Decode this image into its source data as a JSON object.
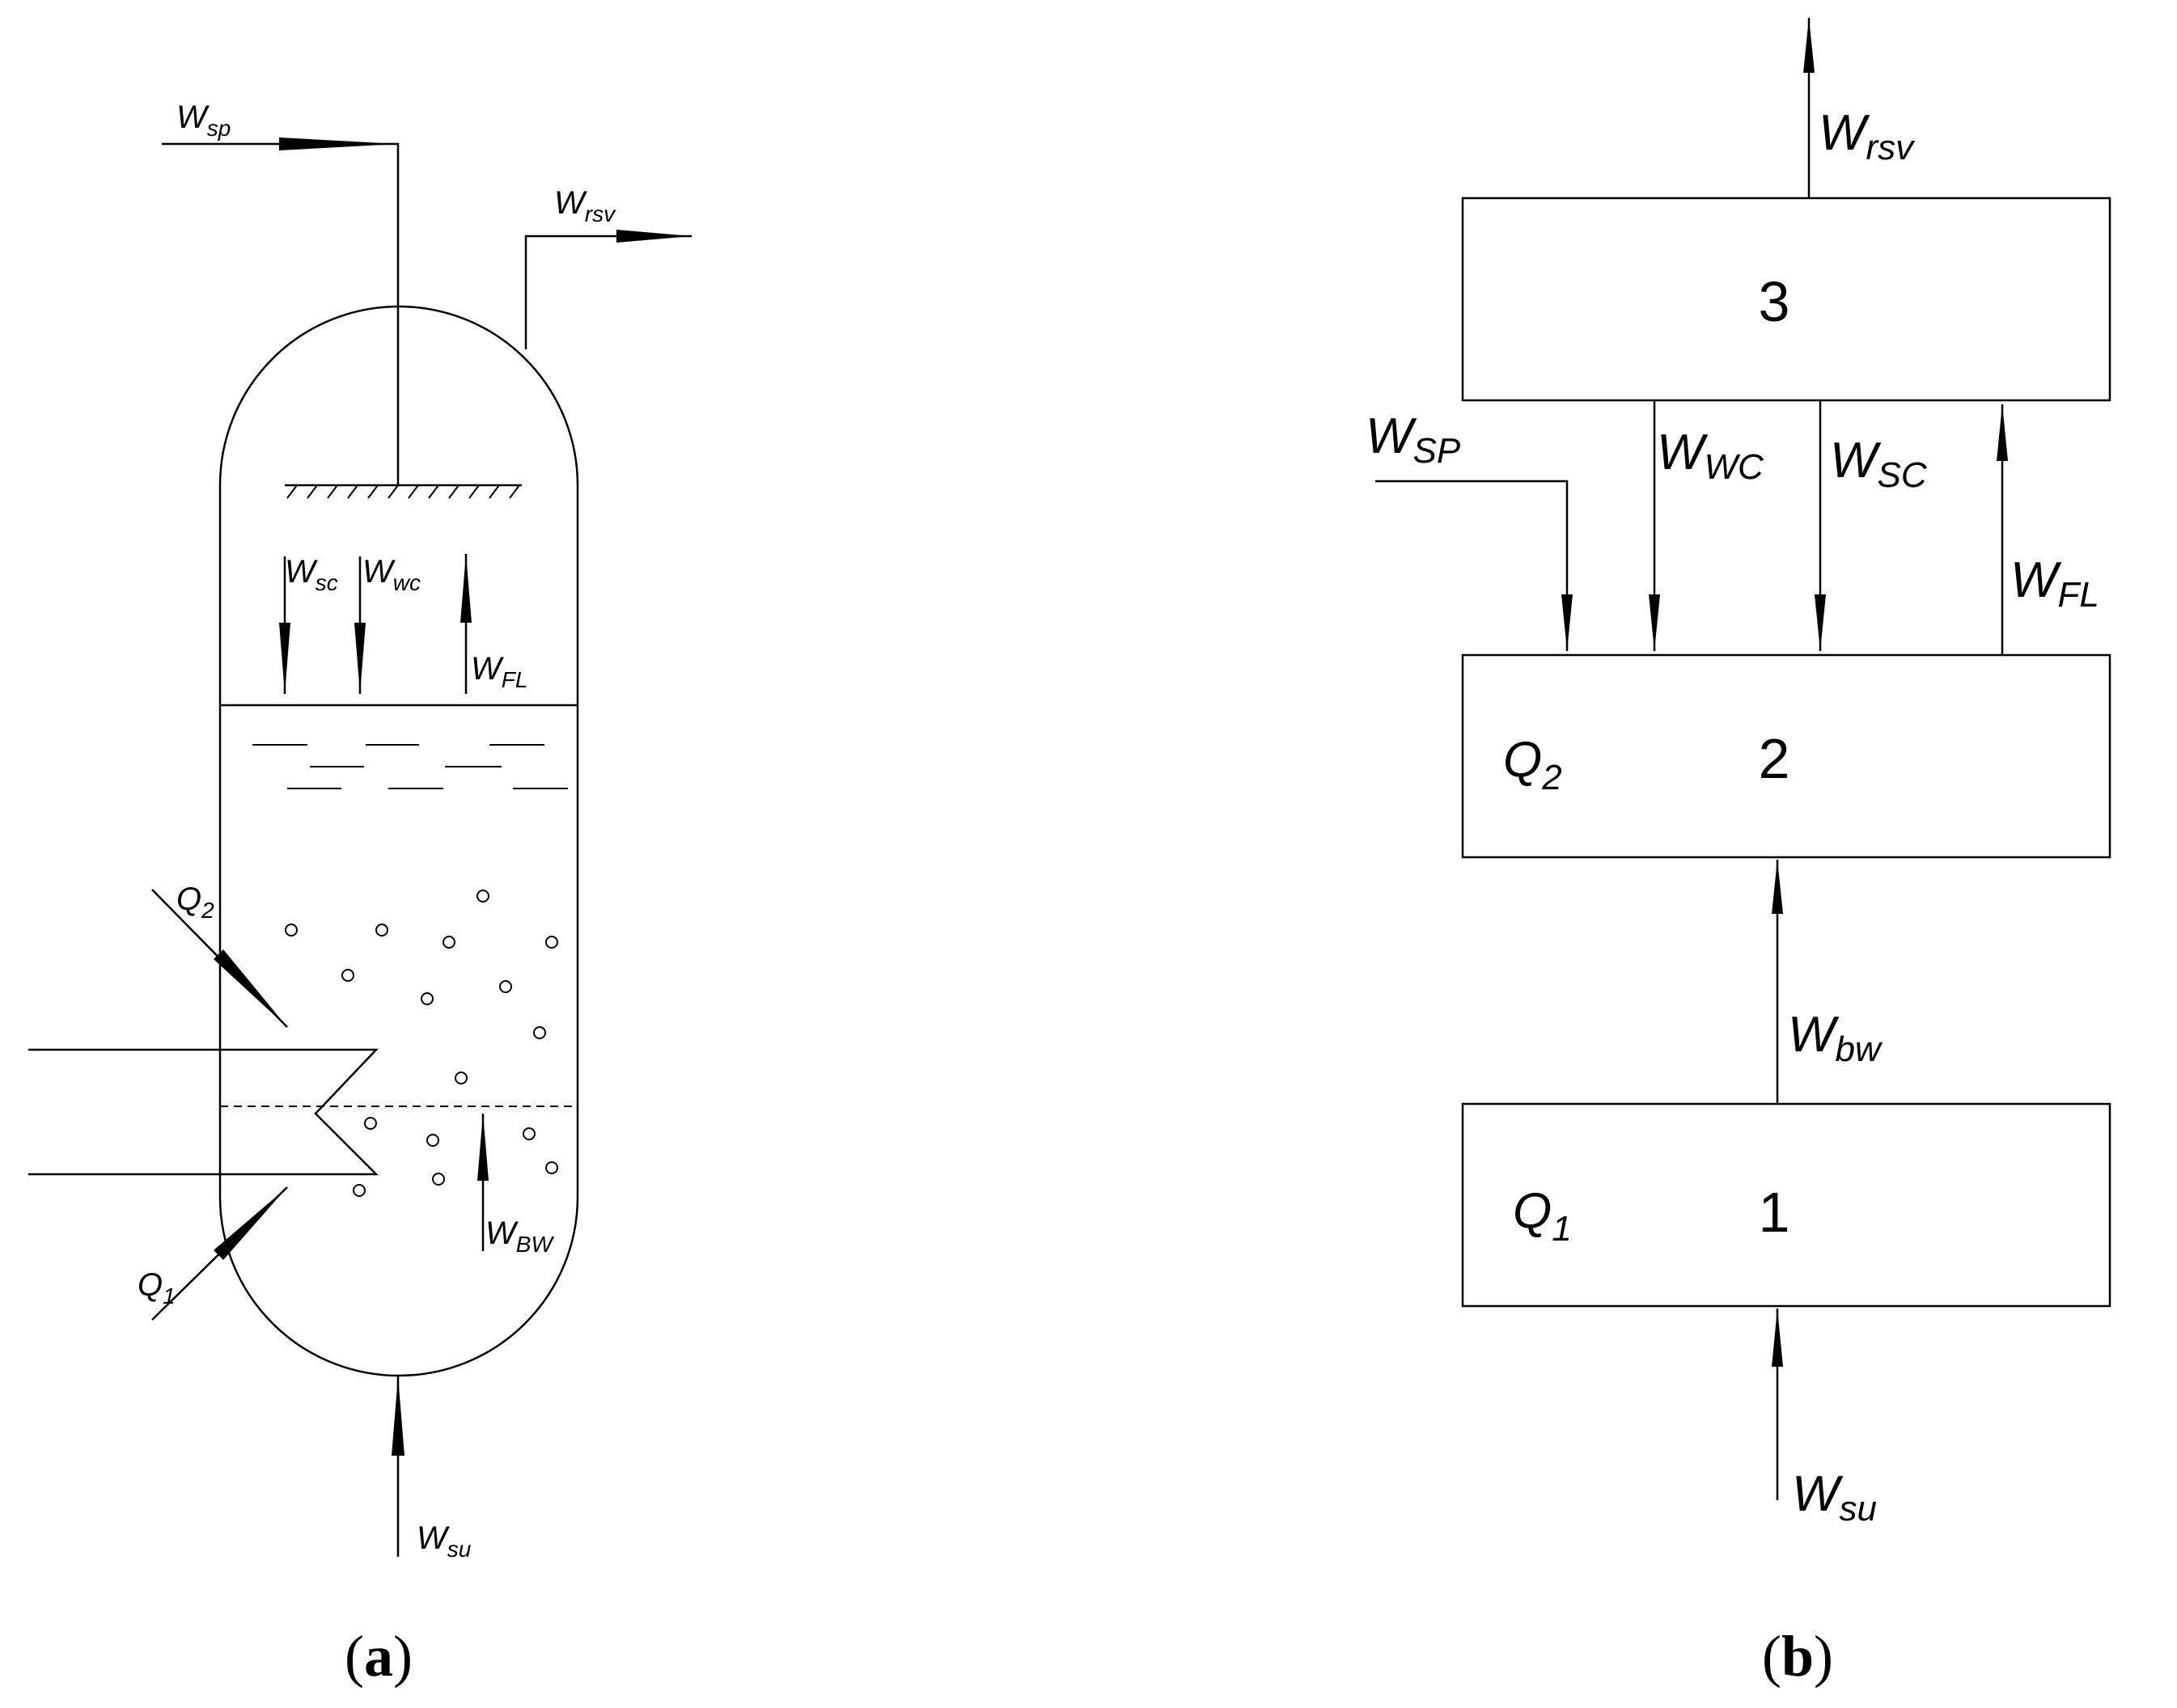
{
  "panel_a": {
    "caption_open": "(",
    "caption_letter": "a",
    "caption_close": ")",
    "labels": {
      "w_sp": {
        "base": "W",
        "sub": "sp"
      },
      "w_rsv": {
        "base": "W",
        "sub": "rsv"
      },
      "w_sc": {
        "base": "W",
        "sub": "sc"
      },
      "w_wc": {
        "base": "W",
        "sub": "wc"
      },
      "w_fl": {
        "base": "W",
        "sub": "FL"
      },
      "q2": {
        "base": "Q",
        "sub": "2"
      },
      "q1": {
        "base": "Q",
        "sub": "1"
      },
      "w_bw": {
        "base": "W",
        "sub": "BW"
      },
      "w_su": {
        "base": "W",
        "sub": "su"
      }
    }
  },
  "panel_b": {
    "caption_open": "(",
    "caption_letter": "b",
    "caption_close": ")",
    "boxes": [
      {
        "number": "3"
      },
      {
        "number": "2",
        "heat": {
          "base": "Q",
          "sub": "2"
        }
      },
      {
        "number": "1",
        "heat": {
          "base": "Q",
          "sub": "1"
        }
      }
    ],
    "labels": {
      "w_rsv": {
        "base": "W",
        "sub": "rsv"
      },
      "w_sp": {
        "base": "W",
        "sub": "SP"
      },
      "w_wc": {
        "base": "W",
        "sub": "WC"
      },
      "w_sc": {
        "base": "W",
        "sub": "SC"
      },
      "w_fl": {
        "base": "W",
        "sub": "FL"
      },
      "w_bw": {
        "base": "W",
        "sub": "bw"
      },
      "w_su": {
        "base": "W",
        "sub": "su"
      }
    }
  }
}
